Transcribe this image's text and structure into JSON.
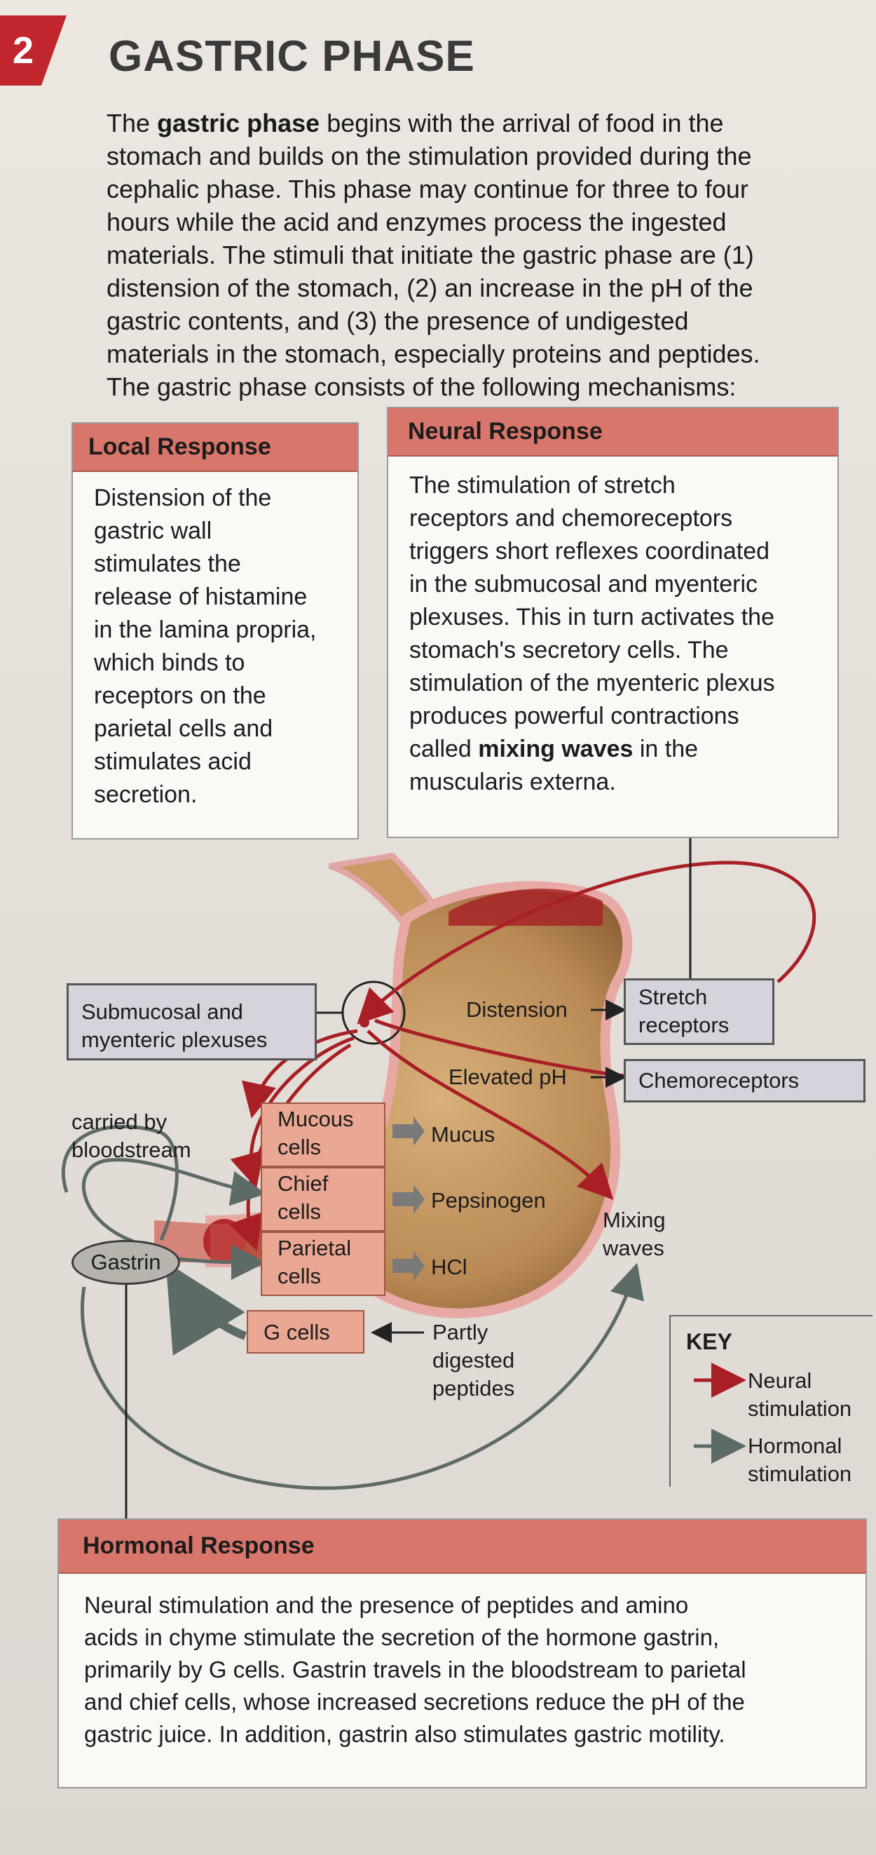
{
  "header": {
    "step_number": "2",
    "title": "GASTRIC PHASE"
  },
  "intro": {
    "bold_term": "gastric phase",
    "lines": [
      "begins with the arrival of food in the",
      "stomach and builds on the stimulation provided during the",
      "cephalic phase. This phase may continue for three to four",
      "hours while the acid and enzymes process the ingested",
      "materials. The stimuli that initiate the gastric phase are (1)",
      "distension of the stomach, (2) an increase in the pH of the",
      "gastric contents, and (3) the presence of undigested",
      "materials in the stomach, especially proteins and peptides.",
      "The gastric phase consists of the following mechanisms:"
    ],
    "line1_prefix": "The"
  },
  "local_response": {
    "title": "Local Response",
    "lines": [
      "Distension of the",
      "gastric wall",
      "stimulates the",
      "release of histamine",
      "in the lamina propria,",
      "which binds to",
      "receptors on the",
      "parietal cells and",
      "stimulates acid",
      "secretion."
    ]
  },
  "neural_response": {
    "title": "Neural Response",
    "lines": [
      "The stimulation of stretch",
      "receptors and chemoreceptors",
      "triggers short reflexes coordinated",
      "in the submucosal and myenteric",
      "plexuses. This in turn activates the",
      "stomach's secretory cells. The",
      "stimulation of the myenteric plexus",
      "produces powerful contractions"
    ],
    "line9_prefix": "called",
    "line9_bold": "mixing waves",
    "line9_suffix": "in the",
    "line10": "muscularis externa."
  },
  "diagram": {
    "plexuses_label": [
      "Submucosal and",
      "myenteric plexuses"
    ],
    "distension": "Distension",
    "elevated_ph": "Elevated pH",
    "stretch_receptors": [
      "Stretch",
      "receptors"
    ],
    "chemoreceptors": "Chemoreceptors",
    "carried_by": [
      "carried by",
      "bloodstream"
    ],
    "mucous_cells": [
      "Mucous",
      "cells"
    ],
    "chief_cells": [
      "Chief",
      "cells"
    ],
    "parietal_cells": [
      "Parietal",
      "cells"
    ],
    "g_cells": "G cells",
    "mucus": "Mucus",
    "pepsinogen": "Pepsinogen",
    "hcl": "HCl",
    "mixing_waves": [
      "Mixing",
      "waves"
    ],
    "gastrin": "Gastrin",
    "partly_digested": [
      "Partly",
      "digested",
      "peptides"
    ]
  },
  "key": {
    "title": "KEY",
    "neural": [
      "Neural",
      "stimulation"
    ],
    "hormonal": [
      "Hormonal",
      "stimulation"
    ]
  },
  "hormonal_response": {
    "title": "Hormonal Response",
    "lines": [
      "Neural stimulation and the presence of peptides and amino",
      "acids in chyme stimulate the secretion of the hormone gastrin,",
      "primarily by G cells. Gastrin travels in the bloodstream to parietal",
      "and chief cells, whose increased secretions reduce the pH of the",
      "gastric juice. In addition, gastrin also stimulates gastric motility."
    ]
  },
  "colors": {
    "neural_arrow": "#a81f26",
    "hormonal_arrow": "#5d6b66",
    "header_band": "#d9766b",
    "step_badge": "#c0262b"
  }
}
